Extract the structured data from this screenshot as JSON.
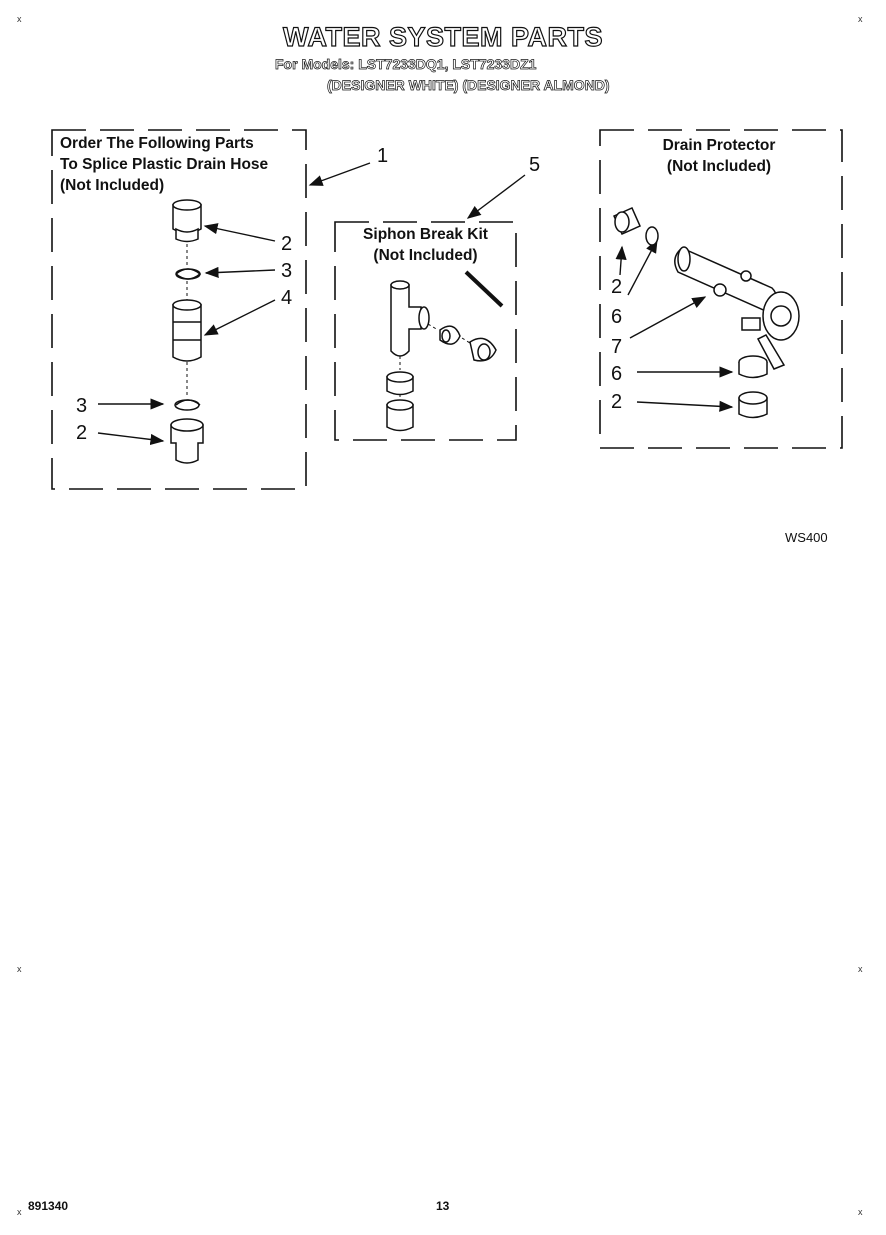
{
  "header": {
    "title": "WATER SYSTEM PARTS",
    "models": "For Models: LST7233DQ1, LST7233DZ1",
    "colors": "(DESIGNER WHITE) (DESIGNER ALMOND)"
  },
  "boxes": {
    "splice": {
      "lines": [
        "Order The Following Parts",
        "To Splice Plastic Drain Hose",
        "(Not Included)"
      ]
    },
    "siphon": {
      "lines": [
        "Siphon Break Kit",
        "(Not Included)"
      ]
    },
    "drain": {
      "lines": [
        "Drain Protector",
        "(Not Included)"
      ]
    }
  },
  "callouts": {
    "splice": [
      "1",
      "2",
      "3",
      "4",
      "3",
      "2"
    ],
    "siphon": [
      "5"
    ],
    "drain": [
      "2",
      "6",
      "7",
      "6",
      "2"
    ]
  },
  "figure_code": "WS400",
  "footer": {
    "doc_number": "891340",
    "page_number": "13"
  },
  "page_marks": "x",
  "colors": {
    "ink": "#111111",
    "paper": "#ffffff"
  }
}
